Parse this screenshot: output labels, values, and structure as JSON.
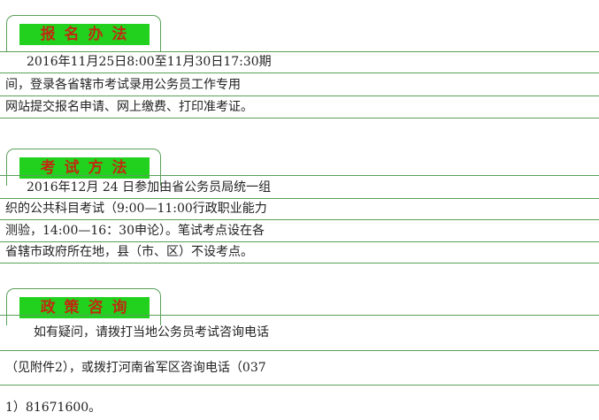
{
  "sections": [
    {
      "title": "报 名 办 法",
      "lines": [
        "2016年11月25日8:00至11月30日17:30期",
        "间，登录各省辖市考试录用公务员工作专用",
        "网站提交报名申请、网上缴费、打印准考证。"
      ]
    },
    {
      "title": "考 试 方 法",
      "lines": [
        "2016年12月 24 日参加由省公务员局统一组",
        "织的公共科目考试（9:00—11:00行政职业能力",
        "测验，14:00—16：30申论）。笔试考点设在各",
        "省辖市政府所在地，县（市、区）不设考点。"
      ]
    },
    {
      "title": "政 策 咨 询",
      "lines": [
        "如有疑问，请拨打当地公务员考试咨询电话",
        "（见附件2），或拨打河南省军区咨询电话（037",
        "1）81671600。"
      ]
    }
  ],
  "colors": {
    "tab_bg": "#22d11d",
    "tab_text": "#c02a10",
    "rule": "#5aa05a"
  }
}
